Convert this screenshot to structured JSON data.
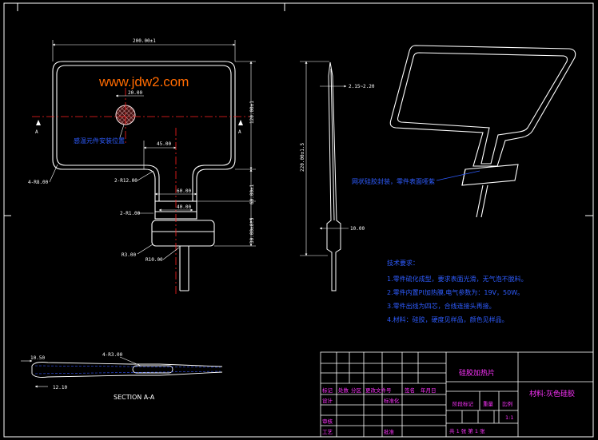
{
  "watermark": "www.jdw2.com",
  "colors": {
    "background": "#000000",
    "outline": "#ffffff",
    "centerline": "#ff2020",
    "dimension": "#ffffff",
    "annotation": "#2e5cff",
    "titleblock_text": "#ff33ff",
    "watermark": "#ff6a00",
    "sensor": "#cc3333"
  },
  "front_view": {
    "dim_width": "200.00±1",
    "dim_upper_height": "120.00±1",
    "dim_neck_height": "60.00±1",
    "dim_bottom_height": "30.00±0.5",
    "dim_hole_offset": "20.00",
    "dim_neck_offset": "45.00",
    "dim_neck_width_outer": "60.00",
    "dim_neck_width_inner": "40.00",
    "corner_radius_label": "4-R8.00",
    "neck_radius_label": "2-R12.00",
    "small_radius_label": "2-R1.00",
    "block_radius_label": "R3.00",
    "tail_radius_label": "R10.00",
    "sensor_label": "感温元件安装位置",
    "section_marker": "A"
  },
  "side_view": {
    "dim_total_height": "220.00±1.5",
    "dim_thickness": "2.15~2.20",
    "dim_tail": "10.00"
  },
  "section_view": {
    "title": "SECTION A-A",
    "dim_left": "10.50",
    "dim_bottom": "12.10",
    "dim_slot": "4-R3.00"
  },
  "iso_view": {
    "annotation": "网状硅胶封装，零件表面哑紫"
  },
  "tech_notes": {
    "heading": "技术要求：",
    "items": [
      "1.零件硫化成型，要求表面光滑，无气泡不脱料。",
      "2.零件内置PI加热膜,电气参数为：19V，50W。",
      "3.零件出线为四芯，合线连接头再接。",
      "4.材料：硅胶，硬度见样品，颜色见样品。"
    ]
  },
  "title_block": {
    "part_name": "硅胶加热片",
    "material": "材料:灰色硅胶",
    "row_labels": [
      "标记",
      "处数",
      "分区",
      "更改文件号",
      "签名",
      "年月日"
    ],
    "design_label": "设计",
    "standardize_label": "标准化",
    "review_label": "审核",
    "process_label": "工艺",
    "approve_label": "批准",
    "stage_label": "阶段标记",
    "weight_label": "重量",
    "scale_label": "比例",
    "scale_value": "1:1",
    "sheets_text": "共 1 张  第 1 张"
  }
}
